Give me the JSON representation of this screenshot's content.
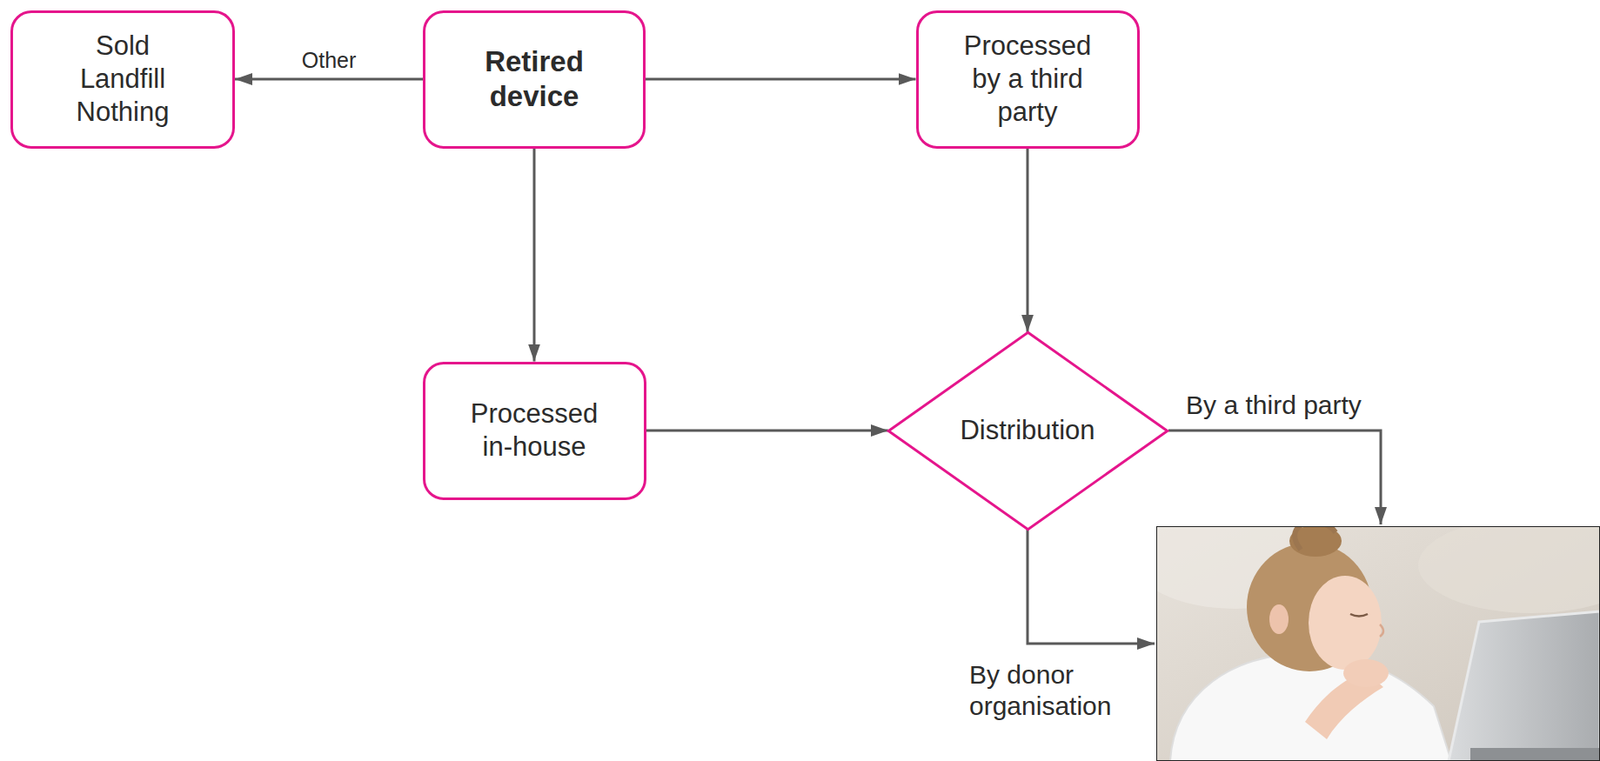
{
  "diagram": {
    "nodes": [
      {
        "text": [
          "Sold Landfill Nothing"
        ]
      },
      {
        "text": [
          "Retired device"
        ]
      },
      {
        "text": [
          "Processed by a third party"
        ]
      },
      {
        "text": [
          "Processed in-house"
        ]
      },
      {
        "text": [
          "Distribution"
        ]
      }
    ],
    "edges": [
      {
        "from": 1,
        "to": 0,
        "label": "Other",
        "arrow": "to"
      },
      {
        "from": 1,
        "to": 2,
        "arrow": "to"
      },
      {
        "from": 1,
        "to": 3,
        "arrow": "to"
      },
      {
        "from": 2,
        "to": 4,
        "arrow": "to"
      },
      {
        "from": 3,
        "to": 4,
        "arrow": "to"
      }
    ],
    "labels": [
      "By a third party",
      "By donor organisation"
    ]
  }
}
